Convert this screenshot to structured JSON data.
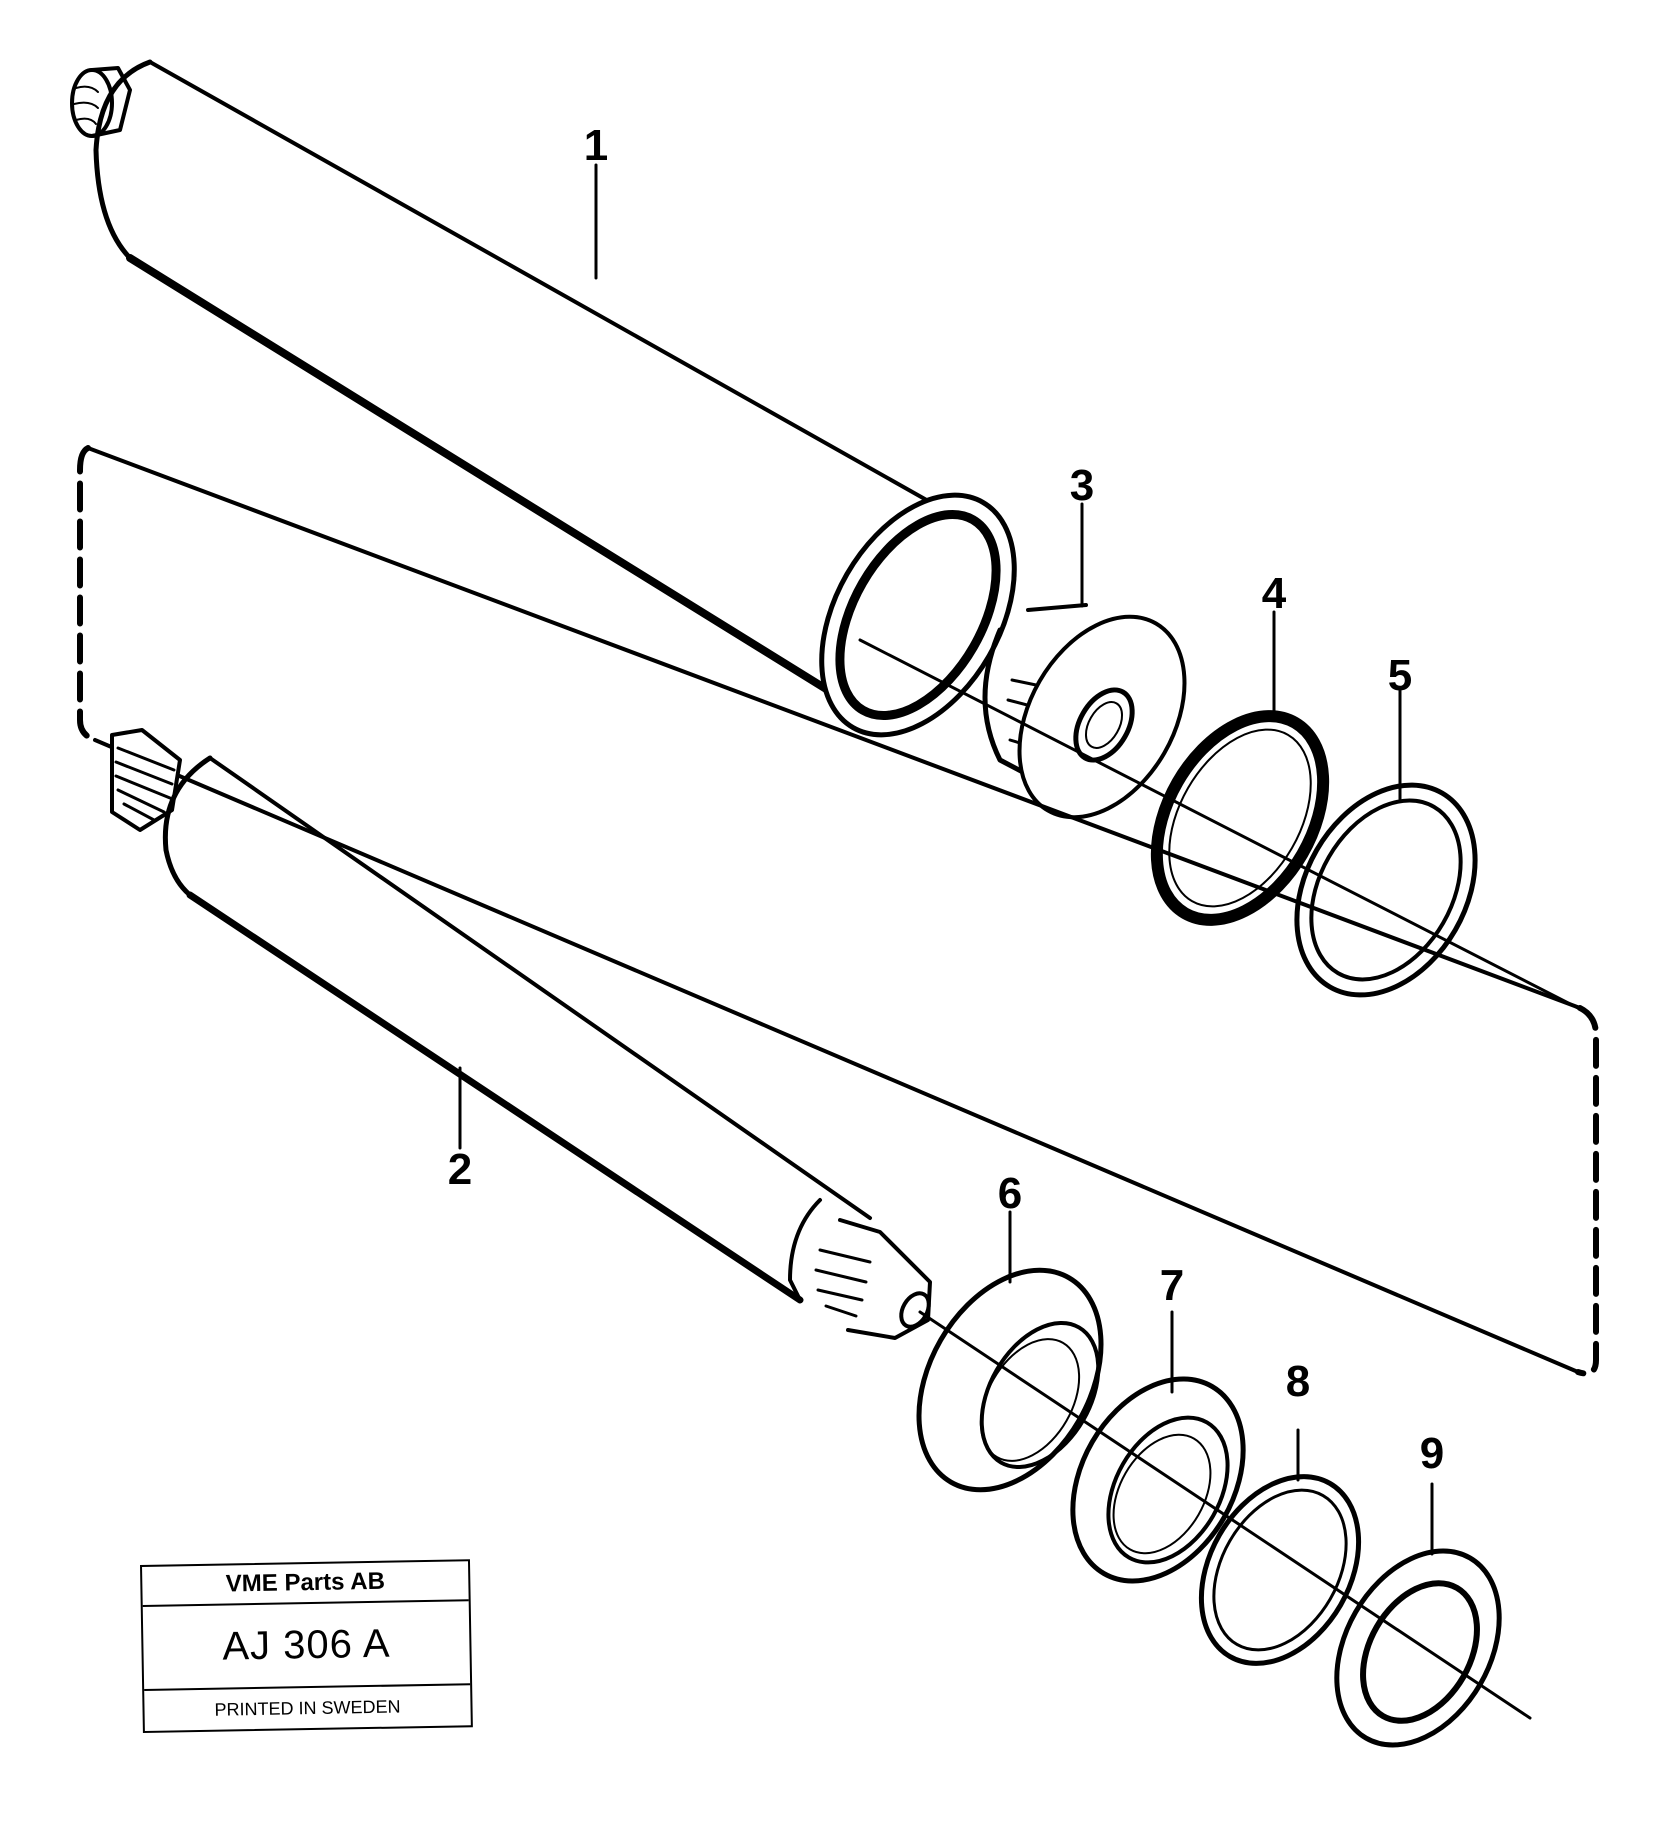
{
  "callouts": [
    "1",
    "2",
    "3",
    "4",
    "5",
    "6",
    "7",
    "8",
    "9"
  ],
  "stamp": {
    "company": "VME Parts AB",
    "code": "AJ 306  A",
    "printed": "PRINTED IN SWEDEN"
  }
}
